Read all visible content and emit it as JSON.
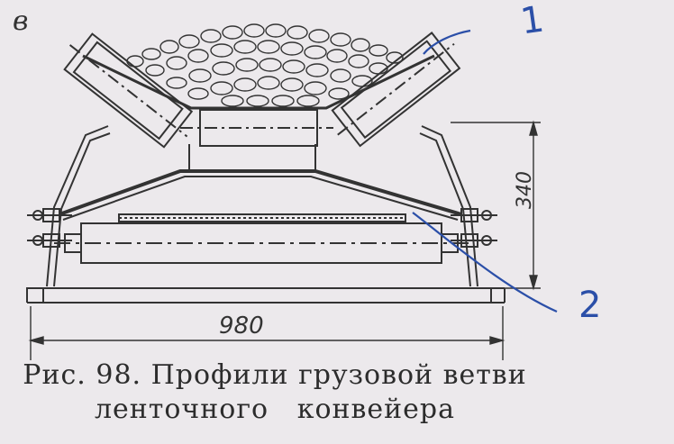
{
  "figure": {
    "subfigure_letter": "в",
    "dimension_width": "980",
    "dimension_height": "340"
  },
  "handwritten": {
    "label_1": "1",
    "label_2": "2",
    "ink_color": "#2b4fa8"
  },
  "caption": {
    "line1": "Рис. 98. Профили грузовой ветви",
    "line2": "ленточного   конвейера"
  }
}
